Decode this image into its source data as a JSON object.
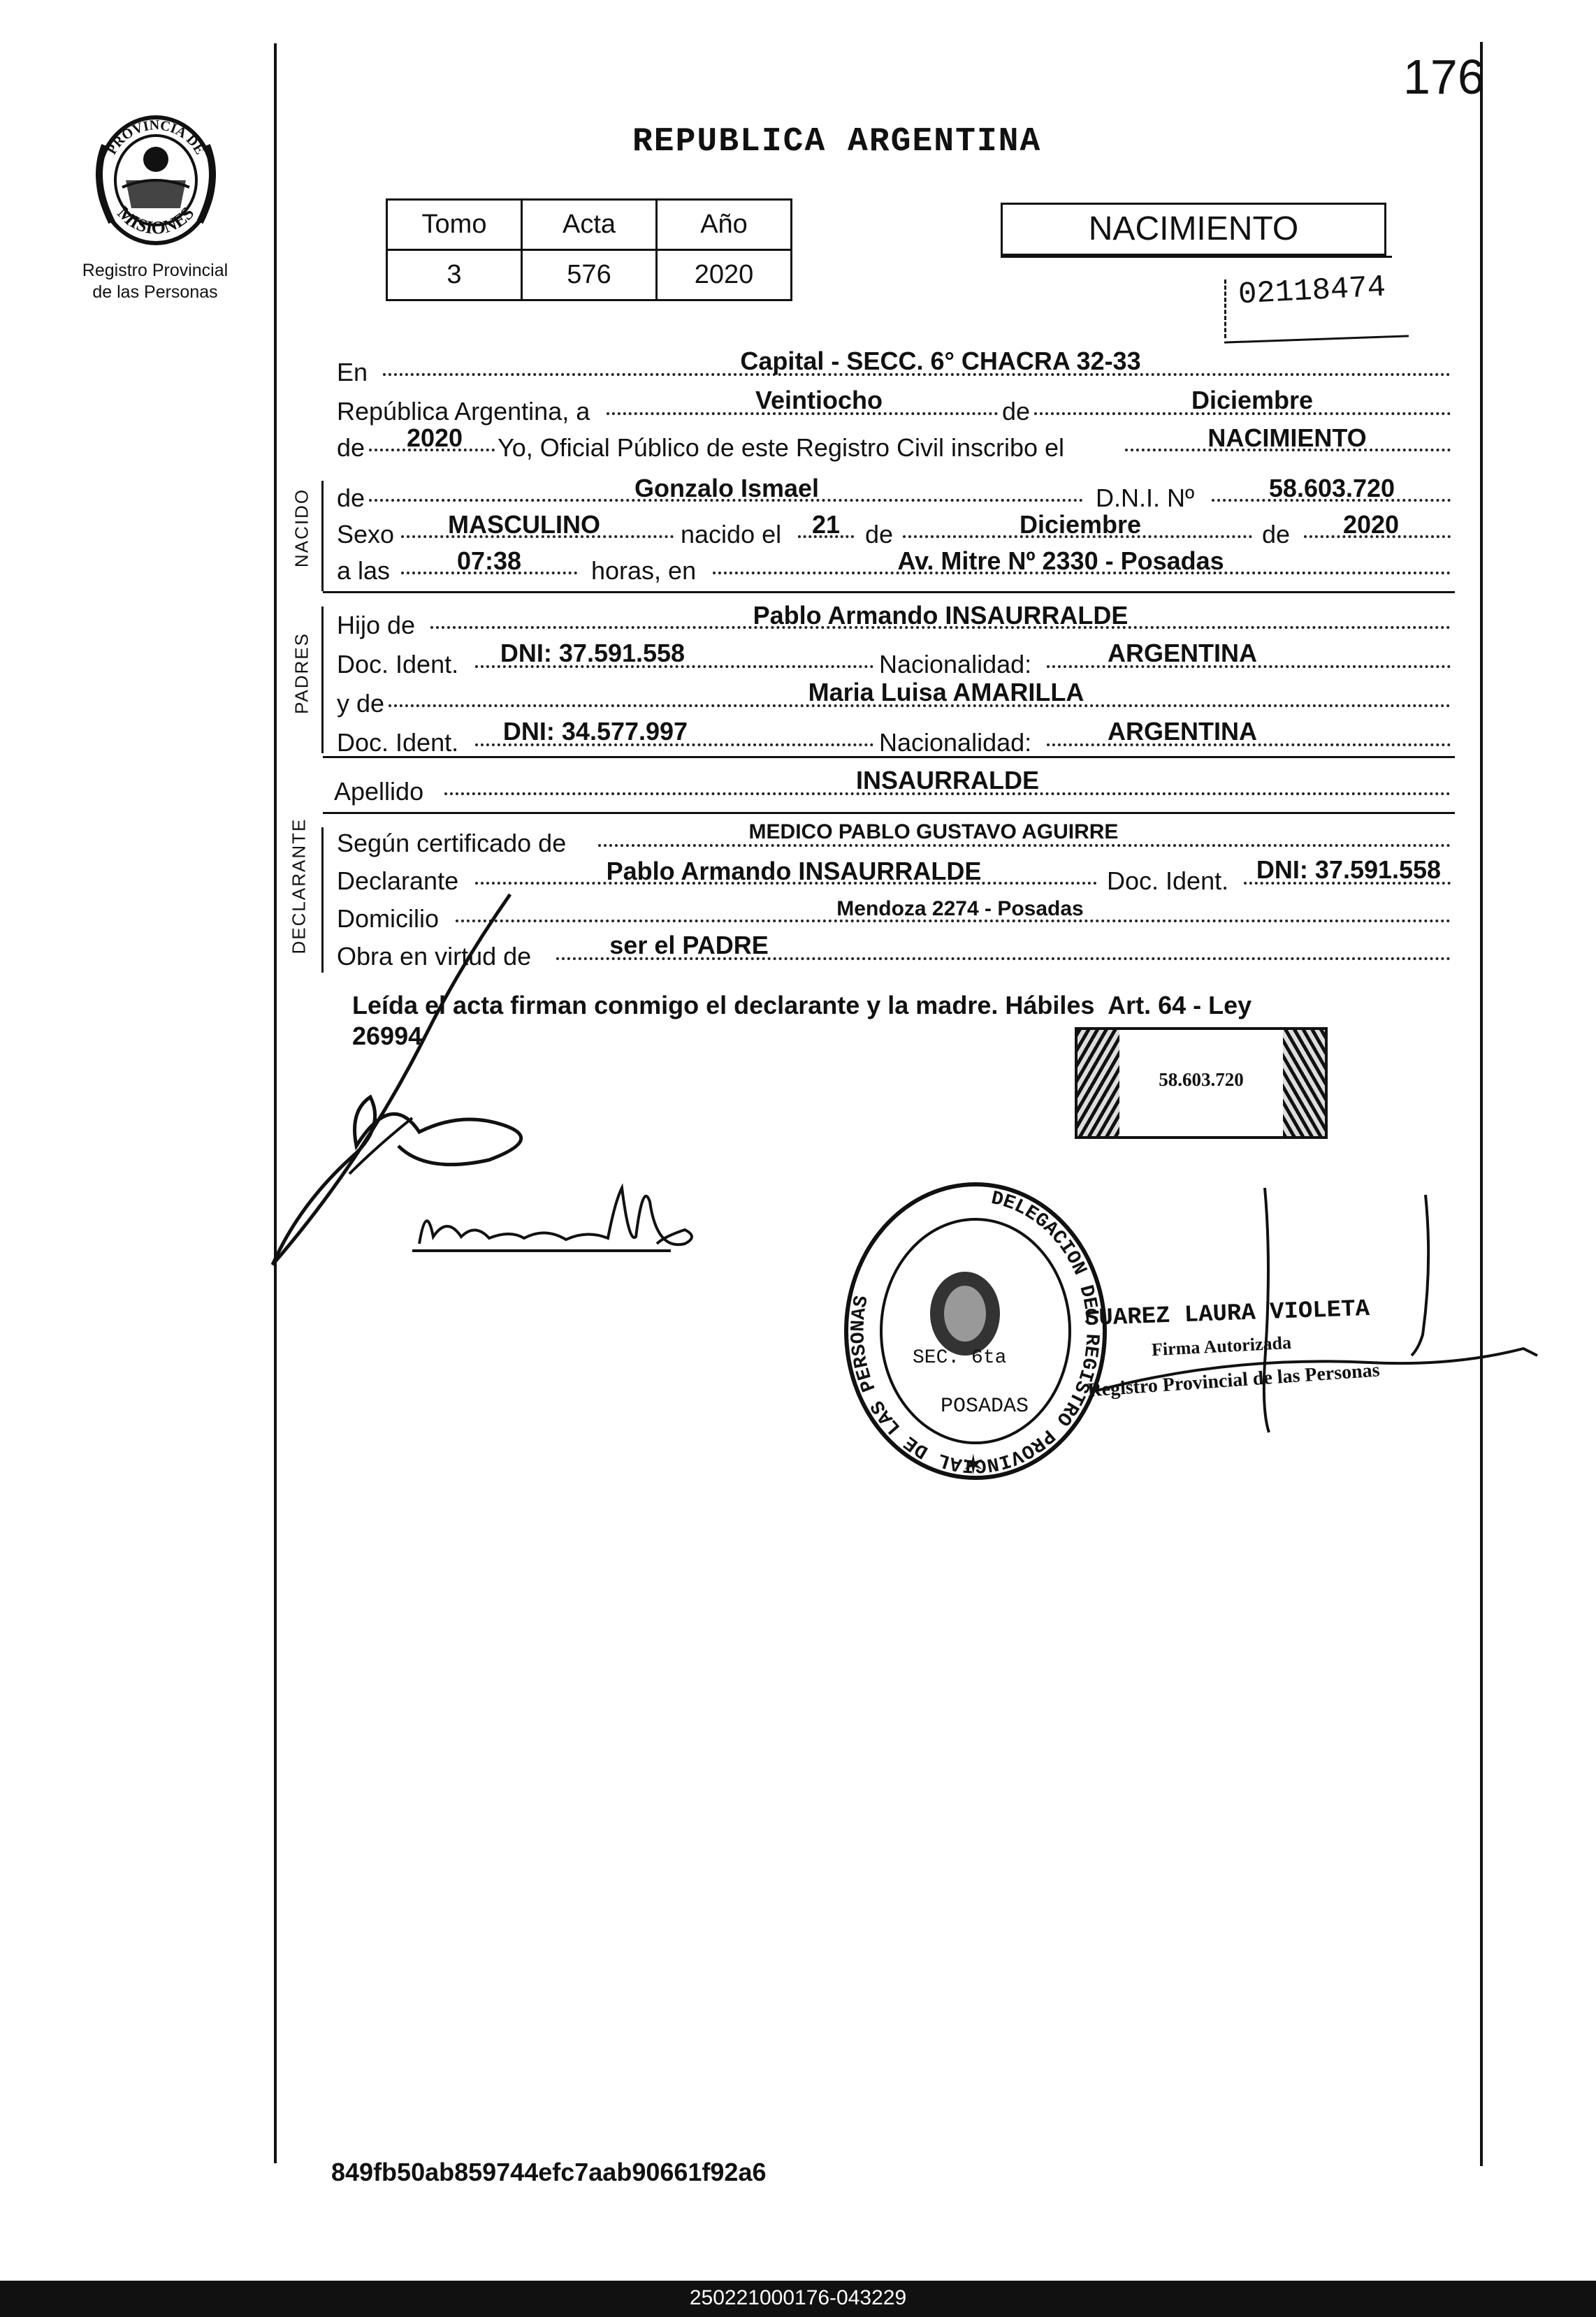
{
  "page_number": "176",
  "header": {
    "title": "REPUBLICA ARGENTINA",
    "seal_ring_text": "PROVINCIA DE MISIONES",
    "seal_label_line1": "Registro Provincial",
    "seal_label_line2": "de las Personas"
  },
  "record_table": {
    "headers": [
      "Tomo",
      "Acta",
      "Año"
    ],
    "values": [
      "3",
      "576",
      "2020"
    ]
  },
  "record_type": "NACIMIENTO",
  "serial_number": "02118474",
  "intro": {
    "en_label": "En",
    "en_value": "Capital - SECC. 6° CHACRA 32-33",
    "republica_label": "República Argentina, a",
    "day_value": "Veintiocho",
    "de_label": "de",
    "month_value": "Diciembre",
    "de_year_label": "de",
    "year_value": "2020",
    "inscribo_label": "Yo, Oficial Público de este Registro Civil inscribo el",
    "inscribo_value": "NACIMIENTO"
  },
  "nacido": {
    "side_label": "NACIDO",
    "de_label": "de",
    "name_value": "Gonzalo Ismael",
    "dni_label": "D.N.I. Nº",
    "dni_value": "58.603.720",
    "sexo_label": "Sexo",
    "sexo_value": "MASCULINO",
    "nacido_el_label": "nacido el",
    "birth_day": "21",
    "de1_label": "de",
    "birth_month": "Diciembre",
    "de2_label": "de",
    "birth_year": "2020",
    "a_las_label": "a las",
    "time_value": "07:38",
    "horas_label": "horas, en",
    "place_value": "Av. Mitre Nº 2330 - Posadas"
  },
  "padres": {
    "side_label": "PADRES",
    "hijo_label": "Hijo de",
    "father_name": "Pablo Armando INSAURRALDE",
    "doc1_label": "Doc. Ident.",
    "father_doc": "DNI: 37.591.558",
    "nac1_label": "Nacionalidad:",
    "father_nationality": "ARGENTINA",
    "y_de_label": "y de",
    "mother_name": "Maria Luisa AMARILLA",
    "doc2_label": "Doc. Ident.",
    "mother_doc": "DNI: 34.577.997",
    "nac2_label": "Nacionalidad:",
    "mother_nationality": "ARGENTINA"
  },
  "apellido": {
    "label": "Apellido",
    "value": "INSAURRALDE"
  },
  "declarante": {
    "side_label": "DECLARANTE",
    "certificado_label": "Según certificado de",
    "certificado_value": "MEDICO PABLO GUSTAVO AGUIRRE",
    "declarante_label": "Declarante",
    "declarante_value": "Pablo Armando INSAURRALDE",
    "doc_label": "Doc. Ident.",
    "doc_value": "DNI: 37.591.558",
    "domicilio_label": "Domicilio",
    "domicilio_value": "Mendoza 2274 - Posadas",
    "obra_label": "Obra en virtud de",
    "obra_value": "ser el PADRE"
  },
  "closing_note_line1": "Leída el acta firman conmigo el declarante y la madre. Hábiles  Art. 64 - Ley",
  "closing_note_line2": "26994",
  "fingerprint_box_value": "58.603.720",
  "official_stamp": {
    "ring_text": "DELEGACION DEL REGISTRO PROVINCIAL DE LAS PERSONAS",
    "center_text_1": "SEC. 6ta",
    "center_text_2": "POSADAS",
    "name_line": "SUAREZ LAURA VIOLETA",
    "title_line": "Firma Autorizada",
    "org_line": "Registro Provincial de las Personas"
  },
  "hash": "849fb50ab859744efc7aab90661f92a6",
  "footer_id": "250221000176-043229"
}
